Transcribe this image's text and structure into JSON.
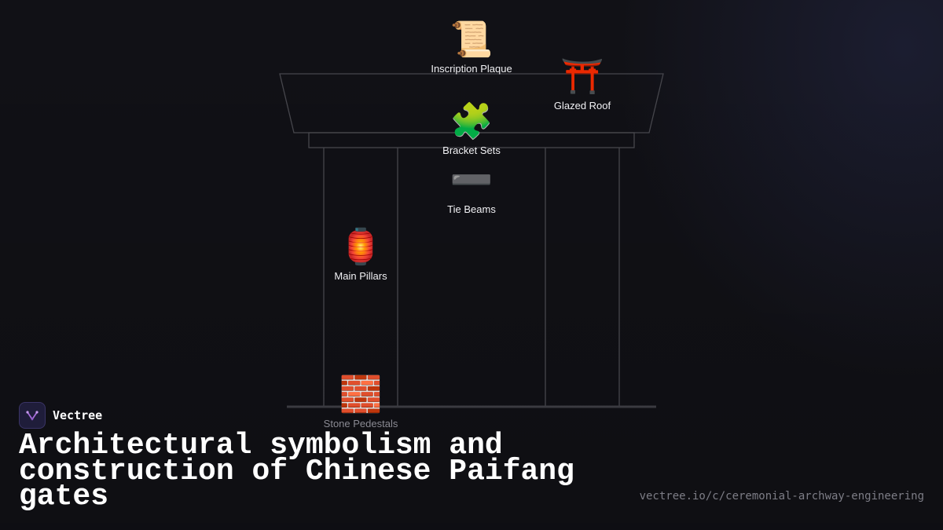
{
  "brand": {
    "name": "Vectree"
  },
  "title": "Architectural symbolism and construction of Chinese Paifang gates",
  "url": "vectree.io/c/ceremonial-archway-engineering",
  "colors": {
    "background": "#111116",
    "structure_line": "#46464c",
    "ground_line": "#3a3a40",
    "label": "#f1f1f4",
    "label_dim": "#8a8a93",
    "logo_accent": "#a46bd8"
  },
  "components": [
    {
      "id": "inscription-plaque",
      "label": "Inscription Plaque",
      "icon": "scroll-icon",
      "glyph": "📜"
    },
    {
      "id": "glazed-roof",
      "label": "Glazed Roof",
      "icon": "torii-gate-icon",
      "glyph": "⛩️"
    },
    {
      "id": "bracket-sets",
      "label": "Bracket Sets",
      "icon": "puzzle-piece-icon",
      "glyph": "🧩"
    },
    {
      "id": "tie-beams",
      "label": "Tie Beams",
      "icon": "minus-bar-icon",
      "glyph": "➖"
    },
    {
      "id": "main-pillars",
      "label": "Main Pillars",
      "icon": "red-lantern-icon",
      "glyph": "🏮"
    },
    {
      "id": "stone-pedestals",
      "label": "Stone Pedestals",
      "icon": "brick-icon",
      "glyph": "🧱"
    }
  ]
}
